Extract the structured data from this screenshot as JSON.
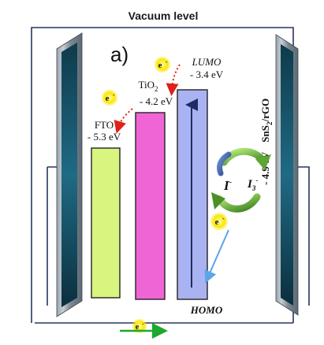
{
  "header": {
    "vacuum_level": "Vacuum level"
  },
  "panel": {
    "label": "a)"
  },
  "electron": {
    "symbol": "e",
    "superscript": "-"
  },
  "layers": {
    "fto": {
      "name": "FTO",
      "energy": "- 5.3 eV",
      "color": "#d9f47f"
    },
    "tio2": {
      "name_base": "TiO",
      "name_sub": "2",
      "energy": "- 4.2 eV",
      "color": "#f065d6"
    },
    "dye": {
      "lumo": "LUMO",
      "lumo_energy": "- 3.4 eV",
      "homo": "HOMO",
      "color": "#aab3f2"
    },
    "counter_electrode": {
      "energy": "- 4.9 eV",
      "name_a": "SnS",
      "name_sub": "2",
      "name_b": "/rGO"
    }
  },
  "redox": {
    "iodide": "I",
    "iodide_charge": "-",
    "triiodide": "I",
    "triiodide_sub": "3",
    "triiodide_charge": "-"
  },
  "colors": {
    "electron_glow": "#fff36a",
    "electron_fill": "#fbe700",
    "red_arrow": "#e0201a",
    "green_arrow": "#1ea82e",
    "blue_arrow": "#5aa6e6",
    "frame": "#26365e"
  }
}
